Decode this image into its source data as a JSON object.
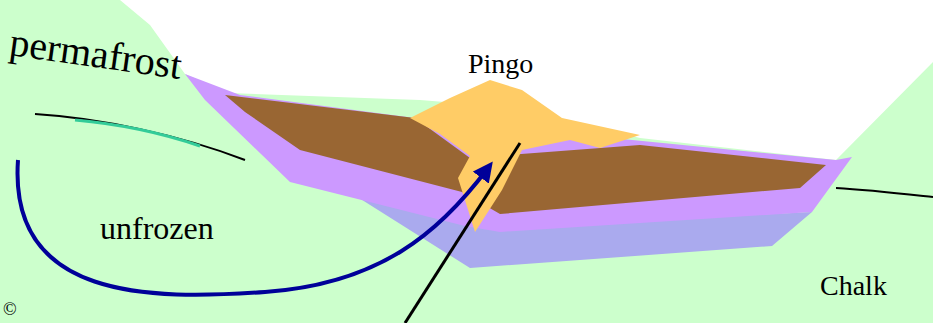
{
  "diagram": {
    "labels": [
      "permafrost",
      "Pingo",
      "unfrozen",
      "Chalk",
      "©"
    ]
  }
}
